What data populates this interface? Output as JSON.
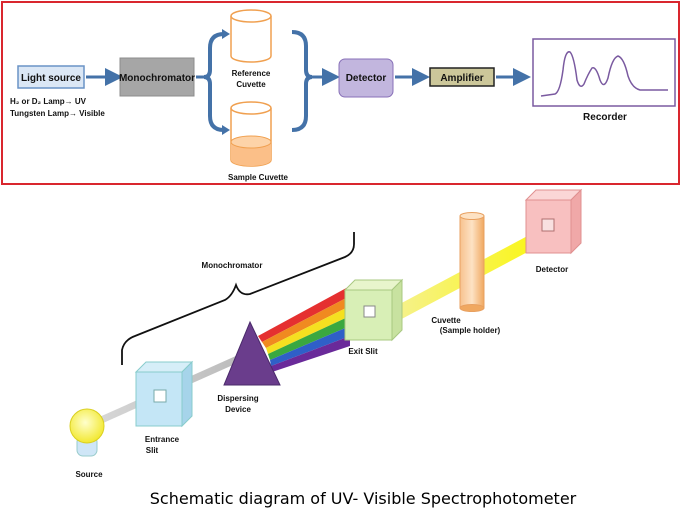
{
  "colors": {
    "frame_border": "#d9262e",
    "arrow_blue": "#4472a8",
    "light_source_fill": "#dbe7f5",
    "light_source_border": "#6a93c6",
    "monochromator_fill": "#a6a6a6",
    "detector_fill": "#c2b6de",
    "amplifier_fill": "#ccc79a",
    "recorder_border": "#7a5aa0",
    "cuvette_outline": "#f0a050",
    "prism_fill": "#6a3d8c"
  },
  "top": {
    "light_source": "Light source",
    "lamp_line1": "H₂ or D₂ Lamp→ UV",
    "lamp_line2": "Tungsten Lamp→ Visible",
    "monochromator": "Monochromator",
    "reference_line1": "Reference",
    "reference_line2": "Cuvette",
    "sample": "Sample Cuvette",
    "detector": "Detector",
    "amplifier": "Amplifier",
    "recorder": "Recorder"
  },
  "bottom": {
    "monochromator": "Monochromator",
    "source": "Source",
    "entrance_line1": "Entrance",
    "entrance_line2": "Slit",
    "dispersing_line1": "Dispersing",
    "dispersing_line2": "Device",
    "exit_slit": "Exit Slit",
    "cuvette_line1": "Cuvette",
    "cuvette_line2": "(Sample holder)",
    "detector": "Detector"
  },
  "caption": "Schematic diagram of UV- Visible Spectrophotometer"
}
